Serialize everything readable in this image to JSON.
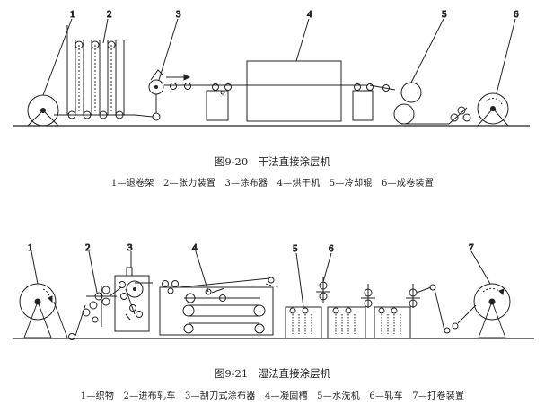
{
  "figure1": {
    "labels": [
      "1",
      "2",
      "3",
      "4",
      "5",
      "6"
    ],
    "title": "图9-20　干法直接涂层机",
    "legend": "1—退卷架　2—张力装置　3—涂布器　4—烘干机　5—冷却辊　6—成卷装置"
  },
  "figure2": {
    "labels": [
      "1",
      "2",
      "3",
      "4",
      "5",
      "6",
      "7"
    ],
    "title": "图9-21　湿法直接涂层机",
    "legend": "1—织物　2—进布轧车　3—刮刀式涂布器　4—凝固槽　5—水洗机　6—轧车　7—打卷装置"
  }
}
